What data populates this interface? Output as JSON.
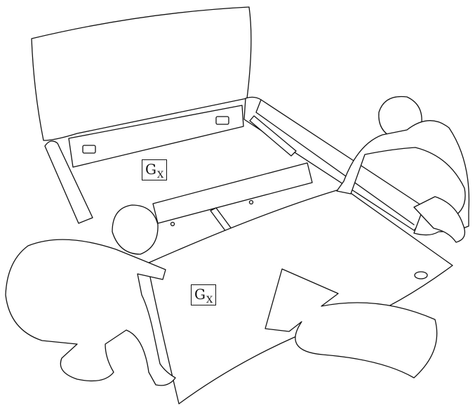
{
  "labels": {
    "upper": {
      "main": "G",
      "sub": "X"
    },
    "lower": {
      "main": "G",
      "sub": "X"
    }
  },
  "colors": {
    "line": "#111111",
    "background": "#ffffff"
  }
}
